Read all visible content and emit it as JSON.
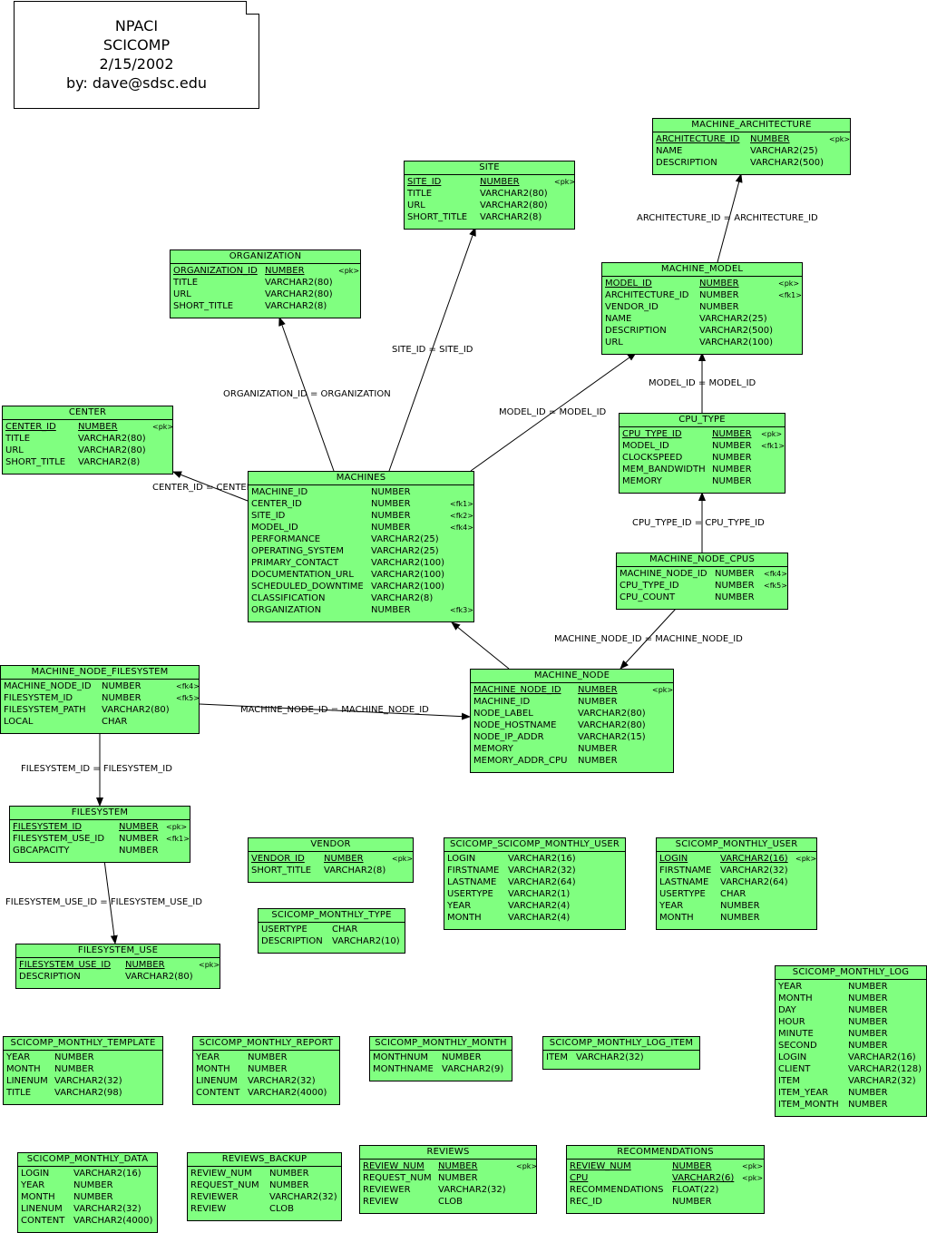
{
  "note": {
    "lines": [
      "NPACI",
      "SCICOMP",
      "2/15/2002",
      "by: dave@sdsc.edu"
    ]
  },
  "entities": [
    {
      "id": "machine_architecture",
      "title": "MACHINE_ARCHITECTURE",
      "columns": [
        {
          "name": "ARCHITECTURE_ID",
          "type": "NUMBER",
          "key": "<pk>",
          "pk": true
        },
        {
          "name": "NAME",
          "type": "VARCHAR2(25)",
          "key": ""
        },
        {
          "name": "DESCRIPTION",
          "type": "VARCHAR2(500)",
          "key": ""
        }
      ]
    },
    {
      "id": "site",
      "title": "SITE",
      "columns": [
        {
          "name": "SITE_ID",
          "type": "NUMBER",
          "key": "<pk>",
          "pk": true
        },
        {
          "name": "TITLE",
          "type": "VARCHAR2(80)",
          "key": ""
        },
        {
          "name": "URL",
          "type": "VARCHAR2(80)",
          "key": ""
        },
        {
          "name": "SHORT_TITLE",
          "type": "VARCHAR2(8)",
          "key": ""
        }
      ]
    },
    {
      "id": "organization",
      "title": "ORGANIZATION",
      "columns": [
        {
          "name": "ORGANIZATION_ID",
          "type": "NUMBER",
          "key": "<pk>",
          "pk": true
        },
        {
          "name": "TITLE",
          "type": "VARCHAR2(80)",
          "key": ""
        },
        {
          "name": "URL",
          "type": "VARCHAR2(80)",
          "key": ""
        },
        {
          "name": "SHORT_TITLE",
          "type": "VARCHAR2(8)",
          "key": ""
        }
      ]
    },
    {
      "id": "machine_model",
      "title": "MACHINE_MODEL",
      "columns": [
        {
          "name": "MODEL_ID",
          "type": "NUMBER",
          "key": "<pk>",
          "pk": true
        },
        {
          "name": "ARCHITECTURE_ID",
          "type": "NUMBER",
          "key": "<fk1>"
        },
        {
          "name": "VENDOR_ID",
          "type": "NUMBER",
          "key": ""
        },
        {
          "name": "NAME",
          "type": "VARCHAR2(25)",
          "key": ""
        },
        {
          "name": "DESCRIPTION",
          "type": "VARCHAR2(500)",
          "key": ""
        },
        {
          "name": "URL",
          "type": "VARCHAR2(100)",
          "key": ""
        }
      ]
    },
    {
      "id": "center",
      "title": "CENTER",
      "columns": [
        {
          "name": "CENTER_ID",
          "type": "NUMBER",
          "key": "<pk>",
          "pk": true
        },
        {
          "name": "TITLE",
          "type": "VARCHAR2(80)",
          "key": ""
        },
        {
          "name": "URL",
          "type": "VARCHAR2(80)",
          "key": ""
        },
        {
          "name": "SHORT_TITLE",
          "type": "VARCHAR2(8)",
          "key": ""
        }
      ]
    },
    {
      "id": "cpu_type",
      "title": "CPU_TYPE",
      "columns": [
        {
          "name": "CPU_TYPE_ID",
          "type": "NUMBER",
          "key": "<pk>",
          "pk": true
        },
        {
          "name": "MODEL_ID",
          "type": "NUMBER",
          "key": "<fk1>"
        },
        {
          "name": "CLOCKSPEED",
          "type": "NUMBER",
          "key": ""
        },
        {
          "name": "MEM_BANDWIDTH",
          "type": "NUMBER",
          "key": ""
        },
        {
          "name": "MEMORY",
          "type": "NUMBER",
          "key": ""
        }
      ]
    },
    {
      "id": "machines",
      "title": "MACHINES",
      "columns": [
        {
          "name": "MACHINE_ID",
          "type": "NUMBER",
          "key": ""
        },
        {
          "name": "CENTER_ID",
          "type": "NUMBER",
          "key": "<fk1>"
        },
        {
          "name": "SITE_ID",
          "type": "NUMBER",
          "key": "<fk2>"
        },
        {
          "name": "MODEL_ID",
          "type": "NUMBER",
          "key": "<fk4>"
        },
        {
          "name": "PERFORMANCE",
          "type": "VARCHAR2(25)",
          "key": ""
        },
        {
          "name": "OPERATING_SYSTEM",
          "type": "VARCHAR2(25)",
          "key": ""
        },
        {
          "name": "PRIMARY_CONTACT",
          "type": "VARCHAR2(100)",
          "key": ""
        },
        {
          "name": "DOCUMENTATION_URL",
          "type": "VARCHAR2(100)",
          "key": ""
        },
        {
          "name": "SCHEDULED_DOWNTIME",
          "type": "VARCHAR2(100)",
          "key": ""
        },
        {
          "name": "CLASSIFICATION",
          "type": "VARCHAR2(8)",
          "key": ""
        },
        {
          "name": "ORGANIZATION",
          "type": "NUMBER",
          "key": "<fk3>"
        }
      ]
    },
    {
      "id": "machine_node_cpus",
      "title": "MACHINE_NODE_CPUS",
      "columns": [
        {
          "name": "MACHINE_NODE_ID",
          "type": "NUMBER",
          "key": "<fk4>"
        },
        {
          "name": "CPU_TYPE_ID",
          "type": "NUMBER",
          "key": "<fk5>"
        },
        {
          "name": "CPU_COUNT",
          "type": "NUMBER",
          "key": ""
        }
      ]
    },
    {
      "id": "machine_node_filesystem",
      "title": "MACHINE_NODE_FILESYSTEM",
      "columns": [
        {
          "name": "MACHINE_NODE_ID",
          "type": "NUMBER",
          "key": "<fk4>"
        },
        {
          "name": "FILESYSTEM_ID",
          "type": "NUMBER",
          "key": "<fk5>"
        },
        {
          "name": "FILESYSTEM_PATH",
          "type": "VARCHAR2(80)",
          "key": ""
        },
        {
          "name": "LOCAL",
          "type": "CHAR",
          "key": ""
        }
      ]
    },
    {
      "id": "machine_node",
      "title": "MACHINE_NODE",
      "columns": [
        {
          "name": "MACHINE_NODE_ID",
          "type": "NUMBER",
          "key": "<pk>",
          "pk": true
        },
        {
          "name": "MACHINE_ID",
          "type": "NUMBER",
          "key": ""
        },
        {
          "name": "NODE_LABEL",
          "type": "VARCHAR2(80)",
          "key": ""
        },
        {
          "name": "NODE_HOSTNAME",
          "type": "VARCHAR2(80)",
          "key": ""
        },
        {
          "name": "NODE_IP_ADDR",
          "type": "VARCHAR2(15)",
          "key": ""
        },
        {
          "name": "MEMORY",
          "type": "NUMBER",
          "key": ""
        },
        {
          "name": "MEMORY_ADDR_CPU",
          "type": "NUMBER",
          "key": ""
        }
      ]
    },
    {
      "id": "filesystem",
      "title": "FILESYSTEM",
      "columns": [
        {
          "name": "FILESYSTEM_ID",
          "type": "NUMBER",
          "key": "<pk>",
          "pk": true
        },
        {
          "name": "FILESYSTEM_USE_ID",
          "type": "NUMBER",
          "key": "<fk1>"
        },
        {
          "name": "GBCAPACITY",
          "type": "NUMBER",
          "key": ""
        }
      ]
    },
    {
      "id": "vendor",
      "title": "VENDOR",
      "columns": [
        {
          "name": "VENDOR_ID",
          "type": "NUMBER",
          "key": "<pk>",
          "pk": true
        },
        {
          "name": "SHORT_TITLE",
          "type": "VARCHAR2(8)",
          "key": ""
        }
      ]
    },
    {
      "id": "scicomp_scicomp_monthly_user",
      "title": "SCICOMP_SCICOMP_MONTHLY_USER",
      "columns": [
        {
          "name": "LOGIN",
          "type": "VARCHAR2(16)",
          "key": ""
        },
        {
          "name": "FIRSTNAME",
          "type": "VARCHAR2(32)",
          "key": ""
        },
        {
          "name": "LASTNAME",
          "type": "VARCHAR2(64)",
          "key": ""
        },
        {
          "name": "USERTYPE",
          "type": "VARCHAR2(1)",
          "key": ""
        },
        {
          "name": "YEAR",
          "type": "VARCHAR2(4)",
          "key": ""
        },
        {
          "name": "MONTH",
          "type": "VARCHAR2(4)",
          "key": ""
        }
      ]
    },
    {
      "id": "scicomp_monthly_user",
      "title": "SCICOMP_MONTHLY_USER",
      "columns": [
        {
          "name": "LOGIN",
          "type": "VARCHAR2(16)",
          "key": "<pk>",
          "pk": true
        },
        {
          "name": "FIRSTNAME",
          "type": "VARCHAR2(32)",
          "key": ""
        },
        {
          "name": "LASTNAME",
          "type": "VARCHAR2(64)",
          "key": ""
        },
        {
          "name": "USERTYPE",
          "type": "CHAR",
          "key": ""
        },
        {
          "name": "YEAR",
          "type": "NUMBER",
          "key": ""
        },
        {
          "name": "MONTH",
          "type": "NUMBER",
          "key": ""
        }
      ]
    },
    {
      "id": "scicomp_monthly_type",
      "title": "SCICOMP_MONTHLY_TYPE",
      "columns": [
        {
          "name": "USERTYPE",
          "type": "CHAR",
          "key": ""
        },
        {
          "name": "DESCRIPTION",
          "type": "VARCHAR2(10)",
          "key": ""
        }
      ]
    },
    {
      "id": "filesystem_use",
      "title": "FILESYSTEM_USE",
      "columns": [
        {
          "name": "FILESYSTEM_USE_ID",
          "type": "NUMBER",
          "key": "<pk>",
          "pk": true
        },
        {
          "name": "DESCRIPTION",
          "type": "VARCHAR2(80)",
          "key": ""
        }
      ]
    },
    {
      "id": "scicomp_monthly_log",
      "title": "SCICOMP_MONTHLY_LOG",
      "columns": [
        {
          "name": "YEAR",
          "type": "NUMBER",
          "key": ""
        },
        {
          "name": "MONTH",
          "type": "NUMBER",
          "key": ""
        },
        {
          "name": "DAY",
          "type": "NUMBER",
          "key": ""
        },
        {
          "name": "HOUR",
          "type": "NUMBER",
          "key": ""
        },
        {
          "name": "MINUTE",
          "type": "NUMBER",
          "key": ""
        },
        {
          "name": "SECOND",
          "type": "NUMBER",
          "key": ""
        },
        {
          "name": "LOGIN",
          "type": "VARCHAR2(16)",
          "key": ""
        },
        {
          "name": "CLIENT",
          "type": "VARCHAR2(128)",
          "key": ""
        },
        {
          "name": "ITEM",
          "type": "VARCHAR2(32)",
          "key": ""
        },
        {
          "name": "ITEM_YEAR",
          "type": "NUMBER",
          "key": ""
        },
        {
          "name": "ITEM_MONTH",
          "type": "NUMBER",
          "key": ""
        }
      ]
    },
    {
      "id": "scicomp_monthly_template",
      "title": "SCICOMP_MONTHLY_TEMPLATE",
      "columns": [
        {
          "name": "YEAR",
          "type": "NUMBER",
          "key": ""
        },
        {
          "name": "MONTH",
          "type": "NUMBER",
          "key": ""
        },
        {
          "name": "LINENUM",
          "type": "VARCHAR2(32)",
          "key": ""
        },
        {
          "name": "TITLE",
          "type": "VARCHAR2(98)",
          "key": ""
        }
      ]
    },
    {
      "id": "scicomp_monthly_report",
      "title": "SCICOMP_MONTHLY_REPORT",
      "columns": [
        {
          "name": "YEAR",
          "type": "NUMBER",
          "key": ""
        },
        {
          "name": "MONTH",
          "type": "NUMBER",
          "key": ""
        },
        {
          "name": "LINENUM",
          "type": "VARCHAR2(32)",
          "key": ""
        },
        {
          "name": "CONTENT",
          "type": "VARCHAR2(4000)",
          "key": ""
        }
      ]
    },
    {
      "id": "scicomp_monthly_month",
      "title": "SCICOMP_MONTHLY_MONTH",
      "columns": [
        {
          "name": "MONTHNUM",
          "type": "NUMBER",
          "key": ""
        },
        {
          "name": "MONTHNAME",
          "type": "VARCHAR2(9)",
          "key": ""
        }
      ]
    },
    {
      "id": "scicomp_monthly_log_item",
      "title": "SCICOMP_MONTHLY_LOG_ITEM",
      "columns": [
        {
          "name": "ITEM",
          "type": "VARCHAR2(32)",
          "key": ""
        }
      ]
    },
    {
      "id": "scicomp_monthly_data",
      "title": "SCICOMP_MONTHLY_DATA",
      "columns": [
        {
          "name": "LOGIN",
          "type": "VARCHAR2(16)",
          "key": ""
        },
        {
          "name": "YEAR",
          "type": "NUMBER",
          "key": ""
        },
        {
          "name": "MONTH",
          "type": "NUMBER",
          "key": ""
        },
        {
          "name": "LINENUM",
          "type": "VARCHAR2(32)",
          "key": ""
        },
        {
          "name": "CONTENT",
          "type": "VARCHAR2(4000)",
          "key": ""
        }
      ]
    },
    {
      "id": "reviews_backup",
      "title": "REVIEWS_BACKUP",
      "columns": [
        {
          "name": "REVIEW_NUM",
          "type": "NUMBER",
          "key": ""
        },
        {
          "name": "REQUEST_NUM",
          "type": "NUMBER",
          "key": ""
        },
        {
          "name": "REVIEWER",
          "type": "VARCHAR2(32)",
          "key": ""
        },
        {
          "name": "REVIEW",
          "type": "CLOB",
          "key": ""
        }
      ]
    },
    {
      "id": "reviews",
      "title": "REVIEWS",
      "columns": [
        {
          "name": "REVIEW_NUM",
          "type": "NUMBER",
          "key": "<pk>",
          "pk": true
        },
        {
          "name": "REQUEST_NUM",
          "type": "NUMBER",
          "key": ""
        },
        {
          "name": "REVIEWER",
          "type": "VARCHAR2(32)",
          "key": ""
        },
        {
          "name": "REVIEW",
          "type": "CLOB",
          "key": ""
        }
      ]
    },
    {
      "id": "recommendations",
      "title": "RECOMMENDATIONS",
      "columns": [
        {
          "name": "REVIEW_NUM",
          "type": "NUMBER",
          "key": "<pk>",
          "pk": true
        },
        {
          "name": "CPU",
          "type": "VARCHAR2(6)",
          "key": "<pk>",
          "pk": true
        },
        {
          "name": "RECOMMENDATIONS",
          "type": "FLOAT(22)",
          "key": ""
        },
        {
          "name": "REC_ID",
          "type": "NUMBER",
          "key": ""
        }
      ]
    }
  ],
  "relationships": [
    {
      "id": "r_arch",
      "label": "ARCHITECTURE_ID = ARCHITECTURE_ID"
    },
    {
      "id": "r_site",
      "label": "SITE_ID = SITE_ID"
    },
    {
      "id": "r_org",
      "label": "ORGANIZATION_ID = ORGANIZATION"
    },
    {
      "id": "r_model_machines",
      "label": "MODEL_ID = MODEL_ID"
    },
    {
      "id": "r_model_cpu",
      "label": "MODEL_ID = MODEL_ID"
    },
    {
      "id": "r_center",
      "label": "CENTER_ID = CENTER_ID"
    },
    {
      "id": "r_cputype",
      "label": "CPU_TYPE_ID = CPU_TYPE_ID"
    },
    {
      "id": "r_node_cpus",
      "label": "MACHINE_NODE_ID = MACHINE_NODE_ID"
    },
    {
      "id": "r_node_machines",
      "label": ""
    },
    {
      "id": "r_node_fs",
      "label": "MACHINE_NODE_ID = MACHINE_NODE_ID"
    },
    {
      "id": "r_fs",
      "label": "FILESYSTEM_ID = FILESYSTEM_ID"
    },
    {
      "id": "r_fsuse",
      "label": "FILESYSTEM_USE_ID = FILESYSTEM_USE_ID"
    }
  ]
}
